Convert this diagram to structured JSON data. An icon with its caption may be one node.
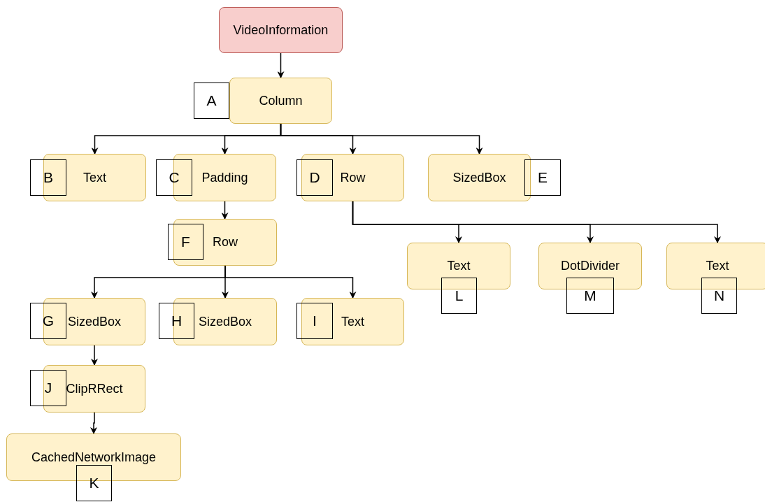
{
  "diagram": {
    "nodes": [
      {
        "text": [
          "VideoInformation"
        ]
      },
      {
        "text": [
          "A"
        ]
      },
      {
        "text": [
          "Column"
        ]
      },
      {
        "text": [
          "B"
        ]
      },
      {
        "text": [
          "Text"
        ]
      },
      {
        "text": [
          "C"
        ]
      },
      {
        "text": [
          "Padding"
        ]
      },
      {
        "text": [
          "D"
        ]
      },
      {
        "text": [
          "Row"
        ]
      },
      {
        "text": [
          "SizedBox"
        ]
      },
      {
        "text": [
          "E"
        ]
      },
      {
        "text": [
          "F"
        ]
      },
      {
        "text": [
          "Row"
        ]
      },
      {
        "text": [
          "Text"
        ]
      },
      {
        "text": [
          "L"
        ]
      },
      {
        "text": [
          "DotDivider"
        ]
      },
      {
        "text": [
          "M"
        ]
      },
      {
        "text": [
          "Text"
        ]
      },
      {
        "text": [
          "N"
        ]
      },
      {
        "text": [
          "G"
        ]
      },
      {
        "text": [
          "SizedBox"
        ]
      },
      {
        "text": [
          "H"
        ]
      },
      {
        "text": [
          "SizedBox"
        ]
      },
      {
        "text": [
          "I"
        ]
      },
      {
        "text": [
          "Text"
        ]
      },
      {
        "text": [
          "J"
        ]
      },
      {
        "text": [
          "ClipRRect"
        ]
      },
      {
        "text": [
          "CachedNetworkImage"
        ]
      },
      {
        "text": [
          "K"
        ]
      }
    ],
    "edges": [
      {
        "from": 0,
        "to": 2,
        "arrow": "to"
      },
      {
        "from": 2,
        "to": 4,
        "arrow": "to"
      },
      {
        "from": 2,
        "to": 6,
        "arrow": "to"
      },
      {
        "from": 2,
        "to": 8,
        "arrow": "to"
      },
      {
        "from": 2,
        "to": 9,
        "arrow": "to"
      },
      {
        "from": 6,
        "to": 12,
        "arrow": "to"
      },
      {
        "from": 8,
        "to": 13,
        "arrow": "to"
      },
      {
        "from": 8,
        "to": 15,
        "arrow": "to"
      },
      {
        "from": 8,
        "to": 17,
        "arrow": "to"
      },
      {
        "from": 12,
        "to": 20,
        "arrow": "to"
      },
      {
        "from": 12,
        "to": 22,
        "arrow": "to"
      },
      {
        "from": 12,
        "to": 24,
        "arrow": "to"
      },
      {
        "from": 20,
        "to": 26,
        "arrow": "to"
      },
      {
        "from": 26,
        "to": 27,
        "arrow": "to"
      }
    ]
  }
}
